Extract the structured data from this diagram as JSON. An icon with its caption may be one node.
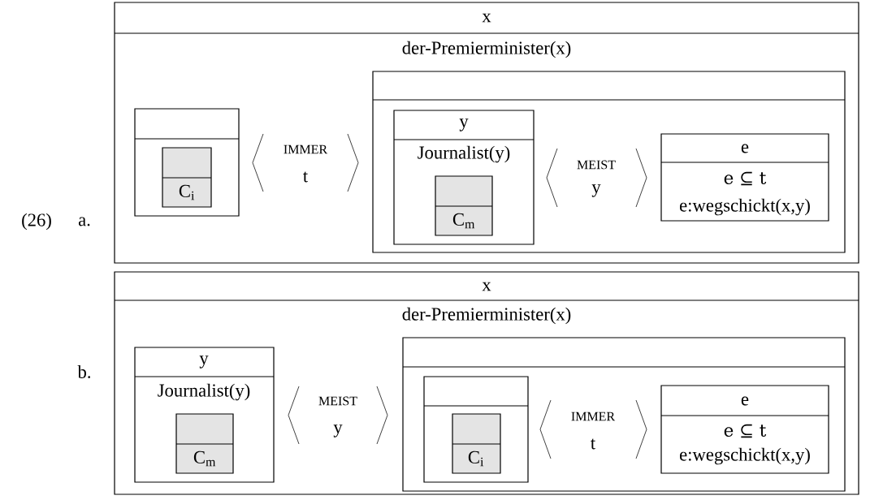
{
  "diagram": {
    "nodes": [
      {
        "text": [
          "x",
          "der-Premierminister(x)"
        ]
      },
      {
        "text": [],
        "shape": "box",
        "in": 0
      },
      {
        "text": [
          "C$_{i}$"
        ],
        "in": 1
      },
      {
        "text": [
          "IMMER",
          "t"
        ],
        "in": 0
      },
      {
        "text": [],
        "shape": "box",
        "in": 0
      },
      {
        "text": [
          "y",
          "Journalist(y)"
        ],
        "in": 4
      },
      {
        "text": [
          "C$_{m}$"
        ],
        "in": 5
      },
      {
        "text": [
          "MEIST",
          "y"
        ],
        "in": 4
      },
      {
        "text": [
          "e",
          "e ⊆ t",
          "e:wegschickt(x,y)"
        ],
        "in": 4
      },
      {
        "text": [
          "x",
          "der-Premierminister(x)"
        ]
      },
      {
        "text": [
          "y",
          "Journalist(y)"
        ],
        "in": 9
      },
      {
        "text": [
          "C$_{m}$"
        ],
        "in": 10
      },
      {
        "text": [
          "MEIST",
          "y"
        ],
        "in": 9
      },
      {
        "text": [],
        "shape": "box",
        "in": 9
      },
      {
        "text": [],
        "shape": "box",
        "in": 13
      },
      {
        "text": [
          "C$_{i}$"
        ],
        "in": 14
      },
      {
        "text": [
          "IMMER",
          "t"
        ],
        "in": 13
      },
      {
        "text": [
          "e",
          "e ⊆ t",
          "e:wegschickt(x,y)"
        ],
        "in": 13
      }
    ],
    "labels": [
      "(26)",
      "a.",
      "b."
    ]
  }
}
